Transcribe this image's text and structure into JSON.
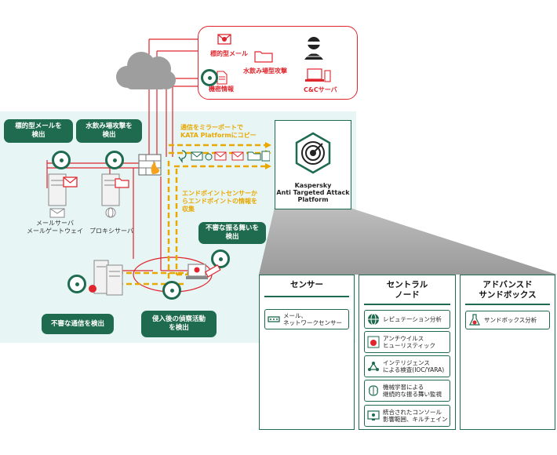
{
  "threat_zone": {
    "targeted_mail": "標的型メール",
    "watering_hole": "水飲み場型攻撃",
    "confidential_info": "機密情報",
    "cc_server": "C&Cサーバ"
  },
  "callouts": {
    "detect_targeted_mail": "標的型メールを\n検出",
    "detect_watering_hole": "水飲み場攻撃を\n検出",
    "detect_suspicious_behavior": "不審な振る舞いを\n検出",
    "detect_suspicious_comm": "不審な通信を検出",
    "detect_post_intrusion": "侵入後の偵察活動\nを検出"
  },
  "annotations": {
    "mirror_port": "通信をミラーポートで\nKATA Platformにコピー",
    "endpoint_sensor": "エンドポイントセンサーか\nらエンドポイントの情報を\n収集"
  },
  "servers": {
    "mail_server": "メールサーバ\nメールゲートウェイ",
    "proxy_server": "プロキシサーバ"
  },
  "kata": {
    "label": "Kaspersky\nAnti Targeted Attack\nPlatform"
  },
  "panels": {
    "sensor": {
      "title": "センサー",
      "items": [
        {
          "icon": "network-sensor-icon",
          "text": "メール、\nネットワークセンサー"
        }
      ]
    },
    "central_node": {
      "title": "セントラル\nノード",
      "items": [
        {
          "icon": "globe-icon",
          "text": "レピュテーション分析"
        },
        {
          "icon": "bug-icon",
          "text": "アンチウイルス\nヒューリスティック"
        },
        {
          "icon": "graph-icon",
          "text": "インテリジェンス\nによる検査(IOC/YARA)"
        },
        {
          "icon": "brain-icon",
          "text": "機械学習による\n継続的な振る舞い監視"
        },
        {
          "icon": "console-icon",
          "text": "統合されたコンソール\n影響範囲、キルチェイン"
        }
      ]
    },
    "sandbox": {
      "title": "アドバンスド\nサンドボックス",
      "items": [
        {
          "icon": "flask-icon",
          "text": "サンドボックス分析"
        }
      ]
    }
  },
  "colors": {
    "brand_green": "#1f6b4f",
    "threat_red": "#e0262d",
    "flow_yellow": "#e8a800",
    "network_bg": "#e7f5f5"
  }
}
